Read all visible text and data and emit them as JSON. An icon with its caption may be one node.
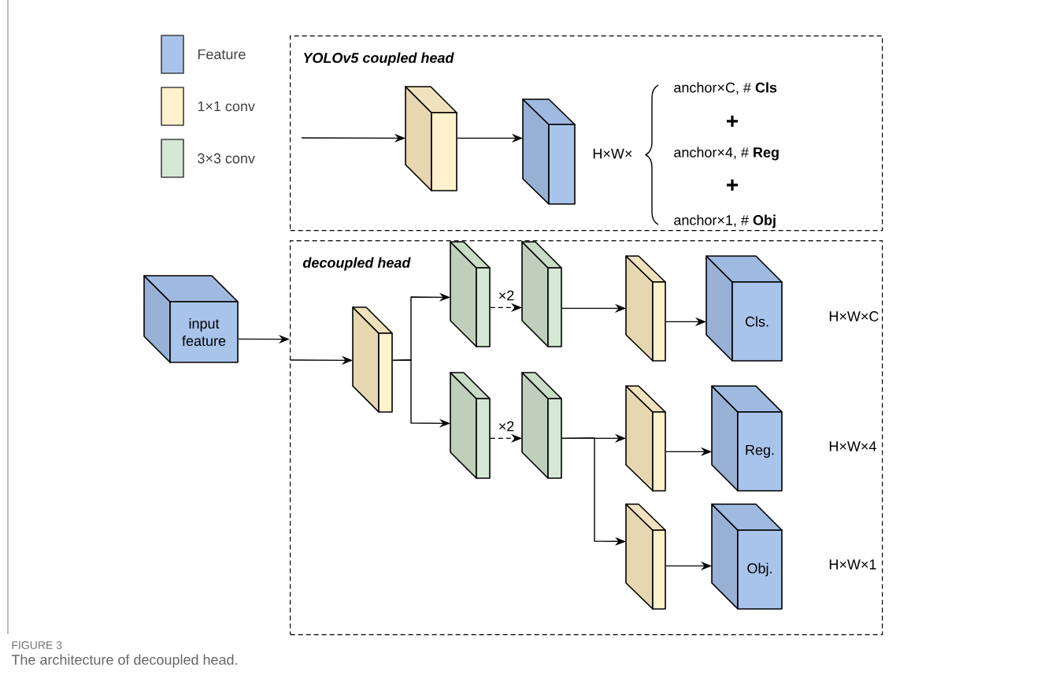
{
  "diagram": {
    "caption": "The architecture of decoupled head.",
    "nodes": [
      {
        "text": [
          "YOLOv5 coupled head"
        ]
      },
      {
        "text": [],
        "shape": "box",
        "in": 0
      },
      {
        "text": [],
        "shape": "box",
        "in": 0
      },
      {
        "text": [
          "decoupled head"
        ]
      },
      {
        "text": [
          "input feature"
        ]
      },
      {
        "text": [],
        "shape": "box",
        "in": 3
      },
      {
        "text": [],
        "shape": "box",
        "in": 3
      },
      {
        "text": [],
        "shape": "box",
        "in": 3
      },
      {
        "text": [],
        "shape": "box",
        "in": 3
      },
      {
        "text": [],
        "shape": "box",
        "in": 3
      },
      {
        "text": [],
        "shape": "box",
        "in": 3
      },
      {
        "text": [],
        "shape": "box",
        "in": 3
      },
      {
        "text": [],
        "shape": "box",
        "in": 3
      },
      {
        "text": [
          "Cls."
        ],
        "beside": [
          "H×W×C"
        ],
        "in": 3
      },
      {
        "text": [
          "Reg."
        ],
        "beside": [
          "H×W×4"
        ],
        "in": 3
      },
      {
        "text": [
          "Obj."
        ],
        "beside": [
          "H×W×1"
        ],
        "in": 3
      }
    ],
    "edges": [
      {
        "from": null,
        "to": 1,
        "arrow": "to"
      },
      {
        "from": 1,
        "to": 2,
        "arrow": "to"
      },
      {
        "from": 4,
        "to": 3,
        "arrow": "to"
      },
      {
        "from": null,
        "to": 5,
        "arrow": "to"
      },
      {
        "from": 5,
        "to": 6,
        "arrow": "to"
      },
      {
        "from": 5,
        "to": 8,
        "arrow": "to"
      },
      {
        "from": 6,
        "to": 7,
        "arrow": "to",
        "style": "dashed",
        "label": "×2"
      },
      {
        "from": 8,
        "to": 9,
        "arrow": "to",
        "style": "dashed",
        "label": "×2"
      },
      {
        "from": 7,
        "to": 10,
        "arrow": "to"
      },
      {
        "from": 9,
        "to": 11,
        "arrow": "to"
      },
      {
        "from": 9,
        "to": 12,
        "arrow": "to"
      },
      {
        "from": 10,
        "to": 13,
        "arrow": "to"
      },
      {
        "from": 11,
        "to": 14,
        "arrow": "to"
      },
      {
        "from": 12,
        "to": 15,
        "arrow": "to"
      }
    ],
    "labels": [
      "H×W×",
      "anchor×C,  # **Cls**",
      "+",
      "anchor×4,  # **Reg**",
      "+",
      "anchor×1,  # **Obj**",
      "FIGURE 3"
    ],
    "legend": [
      {
        "text": "Feature",
        "color": "#a9c4eb"
      },
      {
        "text": "1×1 conv",
        "color": "#fff2cc"
      },
      {
        "text": "3×3 conv",
        "color": "#d5e8d4"
      }
    ]
  }
}
